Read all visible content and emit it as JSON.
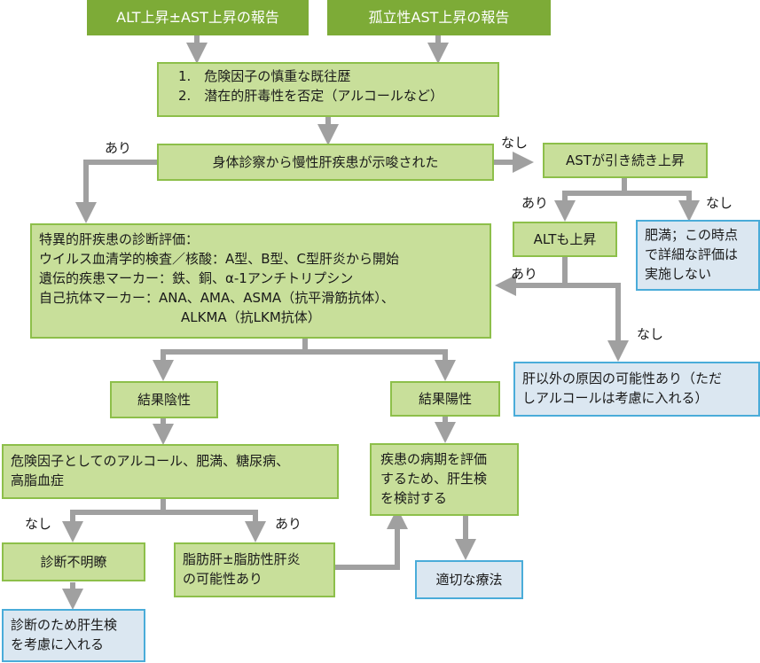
{
  "colors": {
    "header_fill": "#7dab37",
    "step_fill": "#c8df9a",
    "step_border": "#8dbf4a",
    "terminal_fill": "#dbe7f1",
    "terminal_border": "#4aacd9",
    "connector": "#a0a0a0"
  },
  "start": {
    "alt_report": "ALT上昇±AST上昇の報告",
    "ast_report": "孤立性AST上昇の報告"
  },
  "history": {
    "item1": "1.　危険因子の慎重な既往歴",
    "item2": "2.　潜在的肝毒性を否定（アルコールなど）"
  },
  "physical_exam": "身体診察から慢性肝疾患が示唆された",
  "ast_persistent": "ASTが引き続き上昇",
  "alt_also": "ALTも上昇",
  "obesity_note": [
    "肥満；この時点",
    "で詳細な評価は",
    "実施しない"
  ],
  "specific_eval": {
    "title": "特異的肝疾患の診断評価：",
    "viral": "ウイルス血清学的検査／核酸：A型、B型、C型肝炎から開始",
    "genetic": "遺伝的疾患マーカー：鉄、銅、α-1アンチトリプシン",
    "autoimmune": "自己抗体マーカー：ANA、AMA、ASMA（抗平滑筋抗体）、",
    "autoimmune_cont": "ALKMA（抗LKM抗体）"
  },
  "non_hepatic": [
    "肝以外の原因の可能性あり（ただ",
    "しアルコールは考慮に入れる）"
  ],
  "result_negative": "結果陰性",
  "result_positive": "結果陽性",
  "risk_factors": [
    "危険因子としてのアルコール、肥満、糖尿病、",
    "高脂血症"
  ],
  "biopsy_staging": [
    "疾患の病期を評価",
    "するため、肝生検",
    "を検討する"
  ],
  "unclear_diagnosis": "診断不明瞭",
  "fatty_liver": [
    "脂肪肝±脂肪性肝炎",
    "の可能性あり"
  ],
  "biopsy_consider": [
    "診断のため肝生検",
    "を考慮に入れる"
  ],
  "appropriate_therapy": "適切な療法",
  "labels": {
    "yes": "あり",
    "no": "なし"
  }
}
